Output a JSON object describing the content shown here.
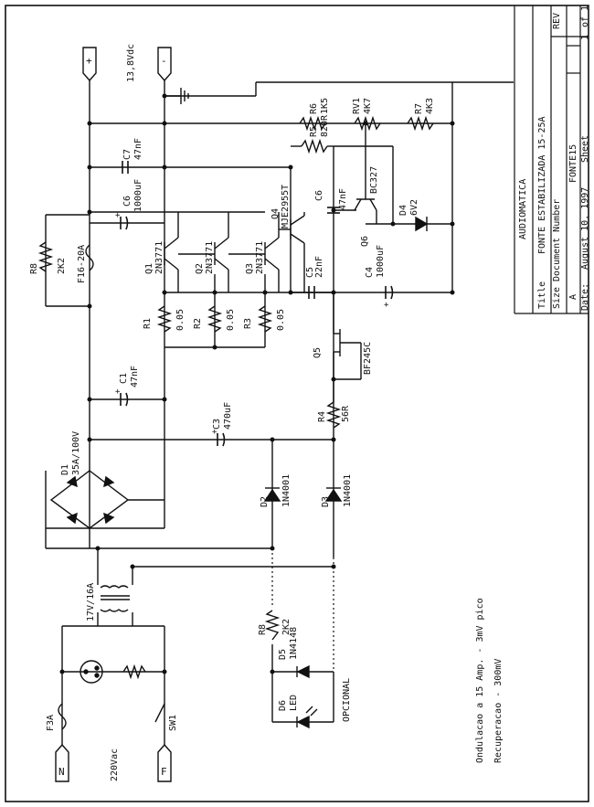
{
  "title_block": {
    "company": "AUDIOMATICA",
    "title_label": "Title",
    "title": "FONTE ESTABILIZADA 15-25A",
    "size_label": "Size",
    "size": "A",
    "docnum_label": "Document Number",
    "docnum": "FONTE15",
    "rev_label": "REV",
    "date_label": "Date:",
    "date": "August 10, 1997",
    "sheet_label": "Sheet",
    "sheet": "1",
    "of_label": "of",
    "of": "1"
  },
  "terminals": {
    "plus": "+",
    "minus": "-",
    "voltage": "13,8Vdc",
    "n": "N",
    "f": "F",
    "ac": "220Vac"
  },
  "components": {
    "c7": {
      "ref": "C7",
      "val": "47nF"
    },
    "c6a": {
      "ref": "C6",
      "val": "1000uF"
    },
    "r8a": {
      "ref": "R8",
      "val": "2K2"
    },
    "fuse": {
      "val": "F16-20A"
    },
    "q1": {
      "ref": "Q1",
      "val": "2N3771"
    },
    "q2": {
      "ref": "Q2",
      "val": "2N3771"
    },
    "q3": {
      "ref": "Q3",
      "val": "2N3771"
    },
    "q4": {
      "ref": "Q4",
      "val": "MJE2955T"
    },
    "r1": {
      "ref": "R1",
      "val": "0.05"
    },
    "r2": {
      "ref": "R2",
      "val": "0.05"
    },
    "r3": {
      "ref": "R3",
      "val": "0.05"
    },
    "c1": {
      "ref": "C1",
      "val": "47nF"
    },
    "d1": {
      "ref": "D1",
      "val": "35A/100V"
    },
    "c3": {
      "ref": "C3",
      "val": "470uF"
    },
    "d2": {
      "ref": "D2",
      "val": "1N4001"
    },
    "d3": {
      "ref": "D3",
      "val": "1N4001"
    },
    "r4": {
      "ref": "R4",
      "val": "56R"
    },
    "q5": {
      "ref": "Q5",
      "val": "BF245C"
    },
    "c5": {
      "ref": "C5",
      "val": "22nF"
    },
    "c6b": {
      "ref": "C6",
      "val": "47nF"
    },
    "r5": {
      "ref": "R5",
      "val": "820R"
    },
    "r6": {
      "ref": "R6",
      "val": "1K5"
    },
    "rv1": {
      "ref": "RV1",
      "val": "4K7"
    },
    "r7": {
      "ref": "R7",
      "val": "4K3"
    },
    "q6": {
      "ref": "Q6",
      "val": "BC327"
    },
    "d4": {
      "ref": "D4",
      "val": "6V2"
    },
    "c4": {
      "ref": "C4",
      "val": "1000uF"
    },
    "t1": {
      "val": "17V/16A"
    },
    "r8b": {
      "ref": "R8",
      "val": "2K2"
    },
    "d5": {
      "ref": "D5",
      "val": "1N4148"
    },
    "d6": {
      "ref": "D6",
      "val": "LED"
    },
    "opt": {
      "val": "OPCIONAL"
    },
    "f3a": {
      "val": "F3A"
    },
    "sw1": {
      "val": "SW1"
    }
  },
  "notes": {
    "line1": "Ondulacao a 15 Amp. - 3mV pico",
    "line2": "Recuperacao - 300mV"
  }
}
